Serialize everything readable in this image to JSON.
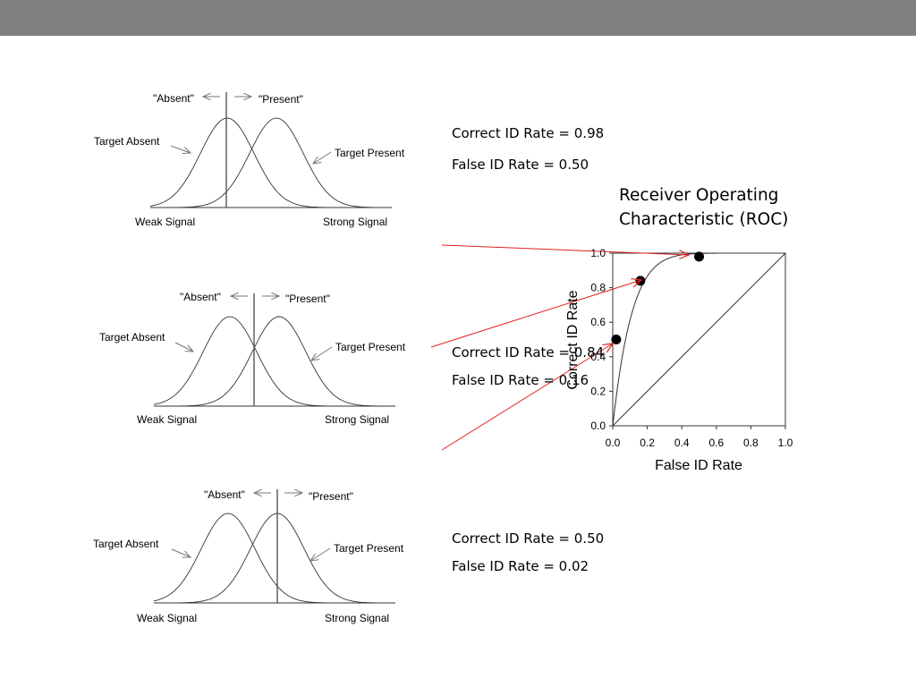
{
  "panels": [
    {
      "absent": "\"Absent\"",
      "present": "\"Present\"",
      "target_absent": "Target Absent",
      "target_present": "Target Present",
      "weak": "Weak Signal",
      "strong": "Strong Signal",
      "correct_id": "Correct ID Rate = 0.98",
      "false_id": "False ID Rate = 0.50"
    },
    {
      "absent": "\"Absent\"",
      "present": "\"Present\"",
      "target_absent": "Target Absent",
      "target_present": "Target Present",
      "weak": "Weak Signal",
      "strong": "Strong Signal",
      "correct_id": "Correct ID Rate = 0.84",
      "false_id": "False ID Rate = 0.16"
    },
    {
      "absent": "\"Absent\"",
      "present": "\"Present\"",
      "target_absent": "Target Absent",
      "target_present": "Target Present",
      "weak": "Weak Signal",
      "strong": "Strong Signal",
      "correct_id": "Correct ID Rate = 0.50",
      "false_id": "False ID Rate = 0.02"
    }
  ],
  "roc": {
    "title_line1": "Receiver Operating",
    "title_line2": "Characteristic (ROC)",
    "xlabel": "False ID Rate",
    "ylabel": "Correct ID Rate",
    "ticks": [
      "0.0",
      "0.2",
      "0.4",
      "0.6",
      "0.8",
      "1.0"
    ],
    "points": [
      {
        "x": 0.5,
        "y": 0.98
      },
      {
        "x": 0.16,
        "y": 0.84
      },
      {
        "x": 0.02,
        "y": 0.5
      }
    ]
  },
  "colors": {
    "topbar": "#7f7f7f",
    "arrow": "#e02020",
    "line": "#333333"
  }
}
